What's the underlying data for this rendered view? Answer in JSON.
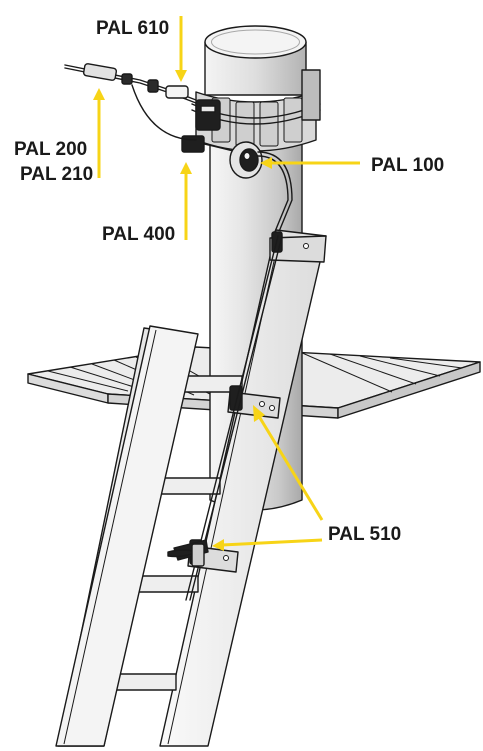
{
  "callouts": {
    "pal_610": "PAL 610",
    "pal_200": "PAL 200",
    "pal_210": "PAL 210",
    "pal_100": "PAL 100",
    "pal_400": "PAL 400",
    "pal_510": "PAL 510"
  },
  "colors": {
    "pointer": "#f7d417",
    "ink": "#1a1a1a",
    "pole_light": "#f2f2f2",
    "pole_mid": "#dedede",
    "pole_shadow": "#b9b9b9",
    "wood": "#ececec",
    "paper": "#ffffff"
  }
}
